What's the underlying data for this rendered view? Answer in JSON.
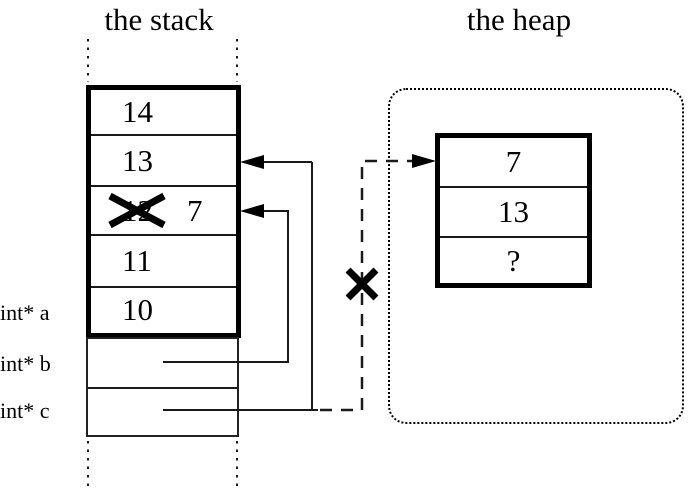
{
  "stack": {
    "title": "the stack",
    "cells": [
      {
        "value": "14"
      },
      {
        "value": "13"
      },
      {
        "value": "12",
        "crossed_out": true,
        "replacement_value": "7"
      },
      {
        "value": "11"
      },
      {
        "value": "10"
      }
    ],
    "variables": [
      {
        "label": "int* a"
      },
      {
        "label": "int* b"
      },
      {
        "label": "int* c"
      }
    ]
  },
  "heap": {
    "title": "the heap",
    "cells": [
      {
        "value": "7"
      },
      {
        "value": "13"
      },
      {
        "value": "?"
      }
    ]
  },
  "connections": [
    {
      "from": "int* b",
      "to": "stack cell containing 7 (crossed-out 12)",
      "style": "solid-arrow"
    },
    {
      "from": "int* c",
      "to": "stack cell containing 13",
      "style": "solid-arrow"
    },
    {
      "from": "int* c",
      "to": "heap cell containing 7",
      "style": "dashed-arrow-crossed-out"
    }
  ],
  "colors": {
    "ink": "#000000",
    "background": "#ffffff"
  }
}
